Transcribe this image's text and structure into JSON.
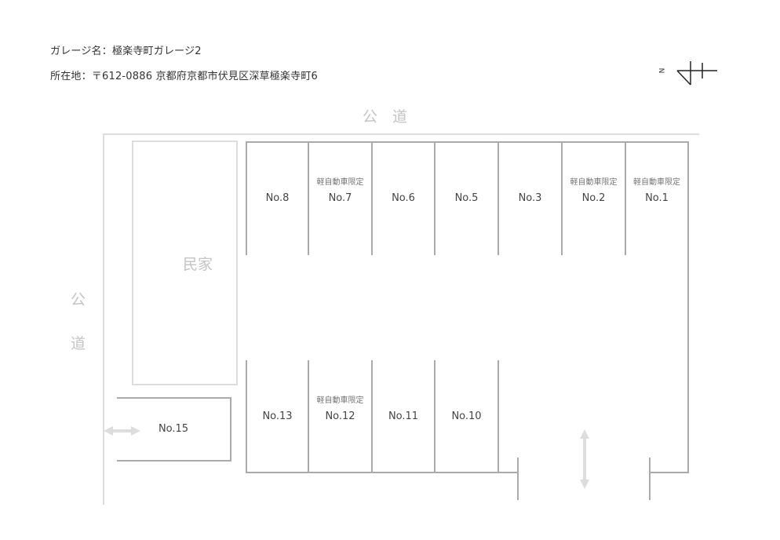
{
  "header": {
    "garage_name_line": "ガレージ名：極楽寺町ガレージ2",
    "address_line": "所在地：〒612-0886 京都府京都市伏見区深草極楽寺町6"
  },
  "compass": {
    "icon": "north-arrow-icon",
    "north_label": "N"
  },
  "roads": {
    "top": "公　道",
    "left_chars": [
      "公",
      "道"
    ]
  },
  "house": {
    "label": "民家"
  },
  "stalls": {
    "top_row": [
      {
        "id": "8",
        "label": "No.8",
        "note": ""
      },
      {
        "id": "7",
        "label": "No.7",
        "note": "軽自動車限定"
      },
      {
        "id": "6",
        "label": "No.6",
        "note": ""
      },
      {
        "id": "5",
        "label": "No.5",
        "note": ""
      },
      {
        "id": "3",
        "label": "No.3",
        "note": ""
      },
      {
        "id": "2",
        "label": "No.2",
        "note": "軽自動車限定"
      },
      {
        "id": "1",
        "label": "No.1",
        "note": "軽自動車限定"
      }
    ],
    "bottom_row": [
      {
        "id": "13",
        "label": "No.13",
        "note": ""
      },
      {
        "id": "12",
        "label": "No.12",
        "note": "軽自動車限定"
      },
      {
        "id": "11",
        "label": "No.11",
        "note": ""
      },
      {
        "id": "10",
        "label": "No.10",
        "note": ""
      }
    ],
    "side": {
      "id": "15",
      "label": "No.15",
      "note": ""
    }
  },
  "arrows": {
    "side_entrance": "horizontal-double-arrow-icon",
    "main_entrance": "vertical-double-arrow-icon"
  },
  "colors": {
    "boundary_light": "#dddddd",
    "stall_line": "#aaaaaa",
    "road_text": "#c4c4c4",
    "arrow": "#dddddd"
  }
}
